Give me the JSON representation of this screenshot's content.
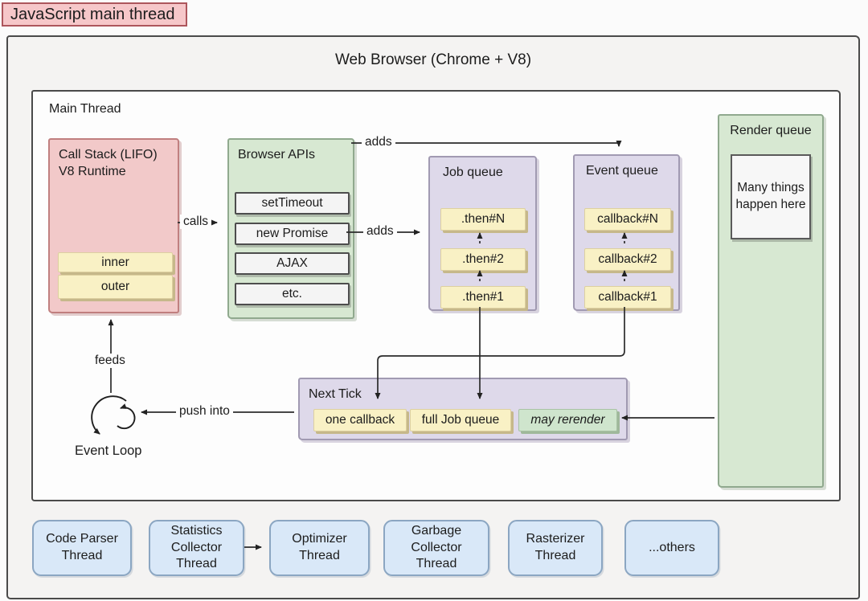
{
  "header": {
    "tag": "JavaScript main thread",
    "browser_title": "Web Browser (Chrome + V8)",
    "main_thread": "Main Thread"
  },
  "call_stack": {
    "title": "Call Stack (LIFO)",
    "subtitle": "V8 Runtime",
    "frames": [
      "inner",
      "outer"
    ]
  },
  "browser_apis": {
    "title": "Browser APIs",
    "items": [
      "setTimeout",
      "new Promise",
      "AJAX",
      "etc."
    ]
  },
  "job_queue": {
    "title": "Job queue",
    "items": [
      ".then#N",
      ".then#2",
      ".then#1"
    ]
  },
  "event_queue": {
    "title": "Event queue",
    "items": [
      "callback#N",
      "callback#2",
      "callback#1"
    ]
  },
  "render_queue": {
    "title": "Render queue",
    "note": "Many things happen here"
  },
  "next_tick": {
    "title": "Next Tick",
    "items": [
      "one callback",
      "full Job queue",
      "may rerender"
    ]
  },
  "event_loop": {
    "label": "Event Loop"
  },
  "labels": {
    "calls": "calls",
    "adds_to_event_queue": "adds",
    "adds_to_job_queue": "adds",
    "feeds": "feeds",
    "push_into": "push into"
  },
  "threads": [
    "Code Parser Thread",
    "Statistics Collector Thread",
    "Optimizer Thread",
    "Garbage Collector Thread",
    "Rasterizer Thread",
    "...others"
  ],
  "colors": {
    "pink_fill": "#f2c9c9",
    "yellow_fill": "#f9f1c5",
    "green_fill": "#d7e8d2",
    "purple_fill": "#ded9ea",
    "blue_fill": "#d9e8f8",
    "line": "#2b2b2b"
  }
}
